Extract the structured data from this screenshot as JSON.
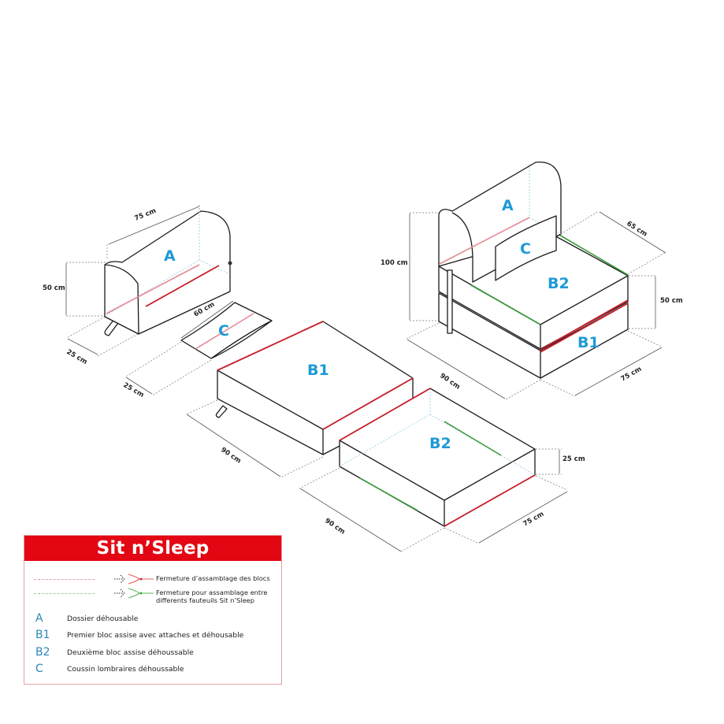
{
  "diagram": {
    "parts": {
      "A_backrest": {
        "label": "A",
        "dims": {
          "length": "75 cm",
          "height": "50 cm",
          "depth": "25 cm"
        }
      },
      "C_cushion": {
        "label": "C",
        "dims": {
          "length": "60 cm",
          "depth": "25 cm"
        }
      },
      "B1_block": {
        "label": "B1",
        "dims": {
          "length": "90 cm"
        }
      },
      "B2_block": {
        "label": "B2",
        "dims": {
          "length": "90 cm",
          "width": "75 cm",
          "height": "25 cm"
        }
      },
      "assembled": {
        "labels": {
          "A": "A",
          "C": "C",
          "B2": "B2",
          "B1": "B1"
        },
        "dims": {
          "total_height": "100 cm",
          "seat_depth": "65 cm",
          "seat_height": "50 cm",
          "length": "90 cm",
          "width": "75 cm"
        }
      }
    },
    "colors": {
      "zip_blocks": "#c8202a",
      "zip_between_chairs": "#3a9a3a",
      "label_blue": "#1e9ad6",
      "brand_red": "#e30613"
    }
  },
  "legend": {
    "title": "Sit n’Sleep",
    "zippers": [
      {
        "color": "#c8202a",
        "text": "Fermeture d’assamblage des blocs"
      },
      {
        "color": "#3a9a3a",
        "text": "Fermeture pour assamblage entre",
        "text2": "differents fauteuils Sit n’Sleep"
      }
    ],
    "items": [
      {
        "code": "A",
        "desc": "Dossier déhousable"
      },
      {
        "code": "B1",
        "desc": "Premier bloc assise avec attaches et déhousable"
      },
      {
        "code": "B2",
        "desc": "Deuxième bloc assise déhoussable"
      },
      {
        "code": "C",
        "desc": "Coussin lombraires déhoussable"
      }
    ]
  }
}
